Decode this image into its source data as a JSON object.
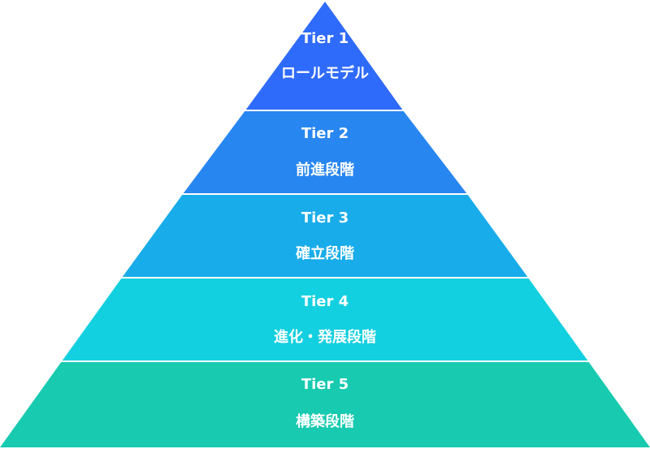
{
  "pyramid": {
    "tiers": [
      {
        "tier": "Tier 1",
        "label": "ロールモデル",
        "color": "#2F6BFB"
      },
      {
        "tier": "Tier 2",
        "label": "前進段階",
        "color": "#2886F1"
      },
      {
        "tier": "Tier 3",
        "label": "確立段階",
        "color": "#19ACEA"
      },
      {
        "tier": "Tier 4",
        "label": "進化・発展段階",
        "color": "#13D0E0"
      },
      {
        "tier": "Tier 5",
        "label": "構築段階",
        "color": "#17CAB0"
      }
    ],
    "separator_color": "#ffffff"
  }
}
